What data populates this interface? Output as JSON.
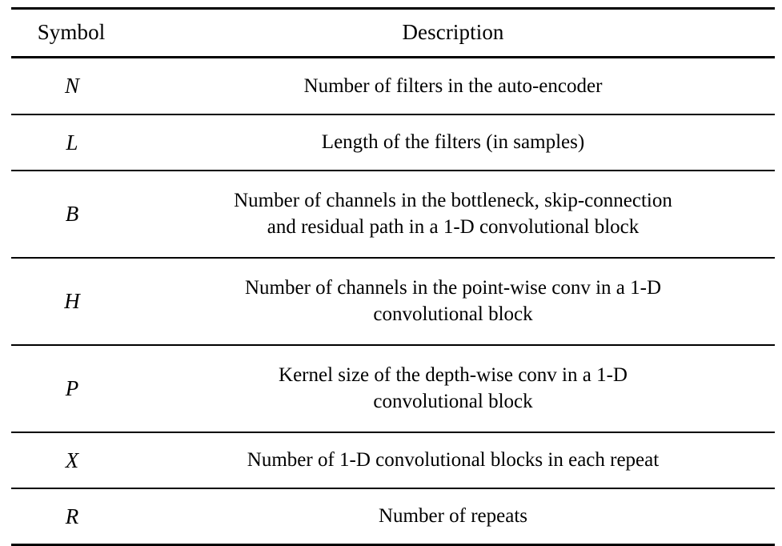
{
  "table": {
    "headers": {
      "symbol": "Symbol",
      "description": "Description"
    },
    "rows": [
      {
        "symbol": "N",
        "lines": [
          "Number of filters in the auto-encoder"
        ]
      },
      {
        "symbol": "L",
        "lines": [
          "Length of the filters (in samples)"
        ]
      },
      {
        "symbol": "B",
        "lines": [
          "Number of channels in the bottleneck, skip-connection",
          "and residual path in a 1-D convolutional block"
        ]
      },
      {
        "symbol": "H",
        "lines": [
          "Number of channels in the point-wise conv in a 1-D",
          "convolutional block"
        ]
      },
      {
        "symbol": "P",
        "lines": [
          "Kernel size of the depth-wise conv in a 1-D",
          "convolutional block"
        ]
      },
      {
        "symbol": "X",
        "lines": [
          "Number of 1-D convolutional blocks in each repeat"
        ]
      },
      {
        "symbol": "R",
        "lines": [
          "Number of repeats"
        ]
      }
    ]
  },
  "style": {
    "text_color": "#000000",
    "rule_color": "#000000",
    "background": "#ffffff"
  }
}
